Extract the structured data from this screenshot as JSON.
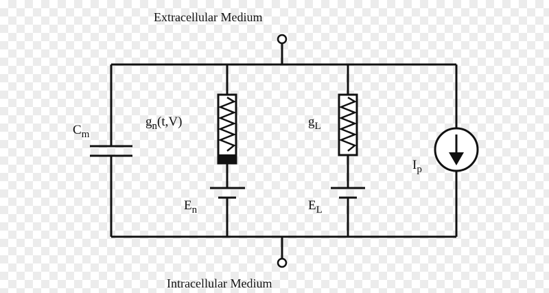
{
  "labels": {
    "top": "Extracellular Medium",
    "bottom": "Intracellular Medium",
    "capacitor": {
      "main": "C",
      "sub": "m"
    },
    "conductance_n": {
      "main": "g",
      "sub": "n",
      "suffix": "(t,V)"
    },
    "conductance_l": {
      "main": "g",
      "sub": "L"
    },
    "battery_n": {
      "main": "E",
      "sub": "n"
    },
    "battery_l": {
      "main": "E",
      "sub": "L"
    },
    "pump": {
      "main": "I",
      "sub": "p"
    }
  },
  "icons": {
    "capacitor": "capacitor-icon",
    "variable_resistor": "variable-resistor-icon",
    "resistor": "resistor-icon",
    "battery": "battery-icon",
    "current_source": "current-source-icon"
  },
  "colors": {
    "wire": "#111111",
    "background": "#ffffff"
  }
}
